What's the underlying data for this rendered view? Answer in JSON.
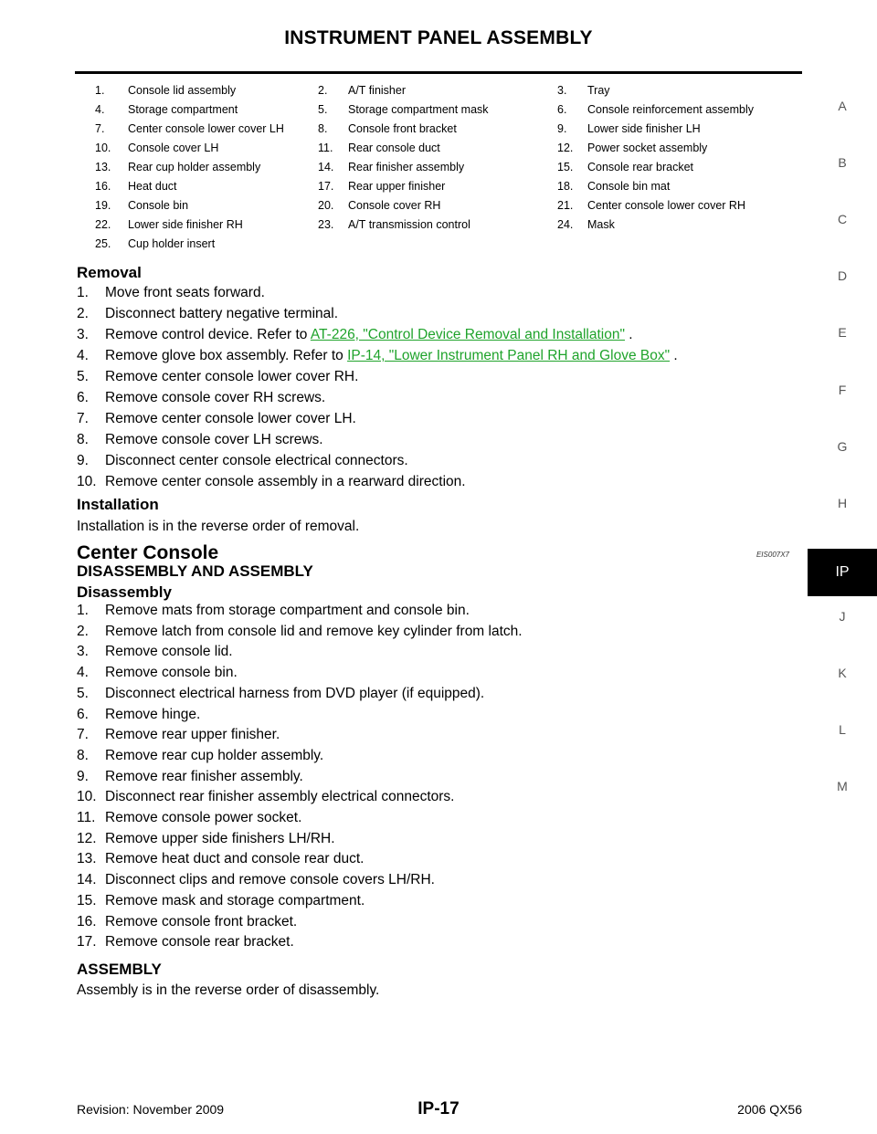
{
  "header": {
    "title": "INSTRUMENT PANEL ASSEMBLY"
  },
  "side_tabs": {
    "items": [
      "A",
      "B",
      "C",
      "D",
      "E",
      "F",
      "G",
      "H",
      "IP",
      "J",
      "K",
      "L",
      "M"
    ],
    "active": "IP"
  },
  "legend": {
    "rows": [
      [
        [
          "1.",
          "Console lid assembly"
        ],
        [
          "2.",
          "A/T finisher"
        ],
        [
          "3.",
          "Tray"
        ]
      ],
      [
        [
          "4.",
          "Storage compartment"
        ],
        [
          "5.",
          "Storage compartment mask"
        ],
        [
          "6.",
          "Console reinforcement assembly"
        ]
      ],
      [
        [
          "7.",
          "Center console lower cover LH"
        ],
        [
          "8.",
          "Console front bracket"
        ],
        [
          "9.",
          "Lower side finisher LH"
        ]
      ],
      [
        [
          "10.",
          "Console cover LH"
        ],
        [
          "11.",
          "Rear console duct"
        ],
        [
          "12.",
          "Power socket assembly"
        ]
      ],
      [
        [
          "13.",
          "Rear cup holder assembly"
        ],
        [
          "14.",
          "Rear finisher assembly"
        ],
        [
          "15.",
          "Console rear bracket"
        ]
      ],
      [
        [
          "16.",
          "Heat duct"
        ],
        [
          "17.",
          "Rear upper finisher"
        ],
        [
          "18.",
          "Console bin mat"
        ]
      ],
      [
        [
          "19.",
          "Console bin"
        ],
        [
          "20.",
          "Console cover RH"
        ],
        [
          "21.",
          "Center console lower cover RH"
        ]
      ],
      [
        [
          "22.",
          "Lower side finisher RH"
        ],
        [
          "23.",
          "A/T transmission control"
        ],
        [
          "24.",
          "Mask"
        ]
      ],
      [
        [
          "25.",
          "Cup holder insert"
        ],
        [
          "",
          ""
        ],
        [
          "",
          ""
        ]
      ]
    ]
  },
  "removal": {
    "title": "Removal",
    "steps": [
      {
        "n": "1.",
        "text": "Move front seats forward."
      },
      {
        "n": "2.",
        "text": "Disconnect battery negative terminal."
      },
      {
        "n": "3.",
        "pre": "Remove control device. Refer to ",
        "link": "AT-226, \"Control Device Removal and Installation\"",
        "post": " ."
      },
      {
        "n": "4.",
        "pre": "Remove glove box assembly. Refer to ",
        "link": "IP-14, \"Lower Instrument Panel RH and Glove Box\"",
        "post": " ."
      },
      {
        "n": "5.",
        "text": "Remove center console lower cover RH."
      },
      {
        "n": "6.",
        "text": "Remove console cover RH screws."
      },
      {
        "n": "7.",
        "text": "Remove center console lower cover LH."
      },
      {
        "n": "8.",
        "text": "Remove console cover LH screws."
      },
      {
        "n": "9.",
        "text": "Disconnect center console electrical connectors."
      },
      {
        "n": "10.",
        "text": "Remove center console assembly in a rearward direction."
      }
    ]
  },
  "installation": {
    "title": "Installation",
    "text": "Installation is in the reverse order of removal."
  },
  "center_console": {
    "title": "Center Console",
    "id": "EIS007X7",
    "subtitle": "DISASSEMBLY AND ASSEMBLY"
  },
  "disassembly": {
    "title": "Disassembly",
    "steps": [
      {
        "n": "1.",
        "text": "Remove mats from storage compartment and console bin."
      },
      {
        "n": "2.",
        "text": "Remove latch from console lid and remove key cylinder from latch."
      },
      {
        "n": "3.",
        "text": "Remove console lid."
      },
      {
        "n": "4.",
        "text": "Remove console bin."
      },
      {
        "n": "5.",
        "text": "Disconnect electrical harness from DVD player (if equipped)."
      },
      {
        "n": "6.",
        "text": "Remove hinge."
      },
      {
        "n": "7.",
        "text": "Remove rear upper finisher."
      },
      {
        "n": "8.",
        "text": "Remove rear cup holder assembly."
      },
      {
        "n": "9.",
        "text": "Remove rear finisher assembly."
      },
      {
        "n": "10.",
        "text": "Disconnect rear finisher assembly electrical connectors."
      },
      {
        "n": "11.",
        "text": "Remove console power socket."
      },
      {
        "n": "12.",
        "text": "Remove upper side finishers LH/RH."
      },
      {
        "n": "13.",
        "text": "Remove heat duct and console rear duct."
      },
      {
        "n": "14.",
        "text": "Disconnect clips and remove console covers LH/RH."
      },
      {
        "n": "15.",
        "text": "Remove mask and storage compartment."
      },
      {
        "n": "16.",
        "text": "Remove console front bracket."
      },
      {
        "n": "17.",
        "text": "Remove console rear bracket."
      }
    ]
  },
  "assembly": {
    "title": "ASSEMBLY",
    "text": "Assembly is in the reverse order of disassembly."
  },
  "footer": {
    "revision": "Revision: November 2009",
    "page": "IP-17",
    "model": "2006 QX56"
  }
}
